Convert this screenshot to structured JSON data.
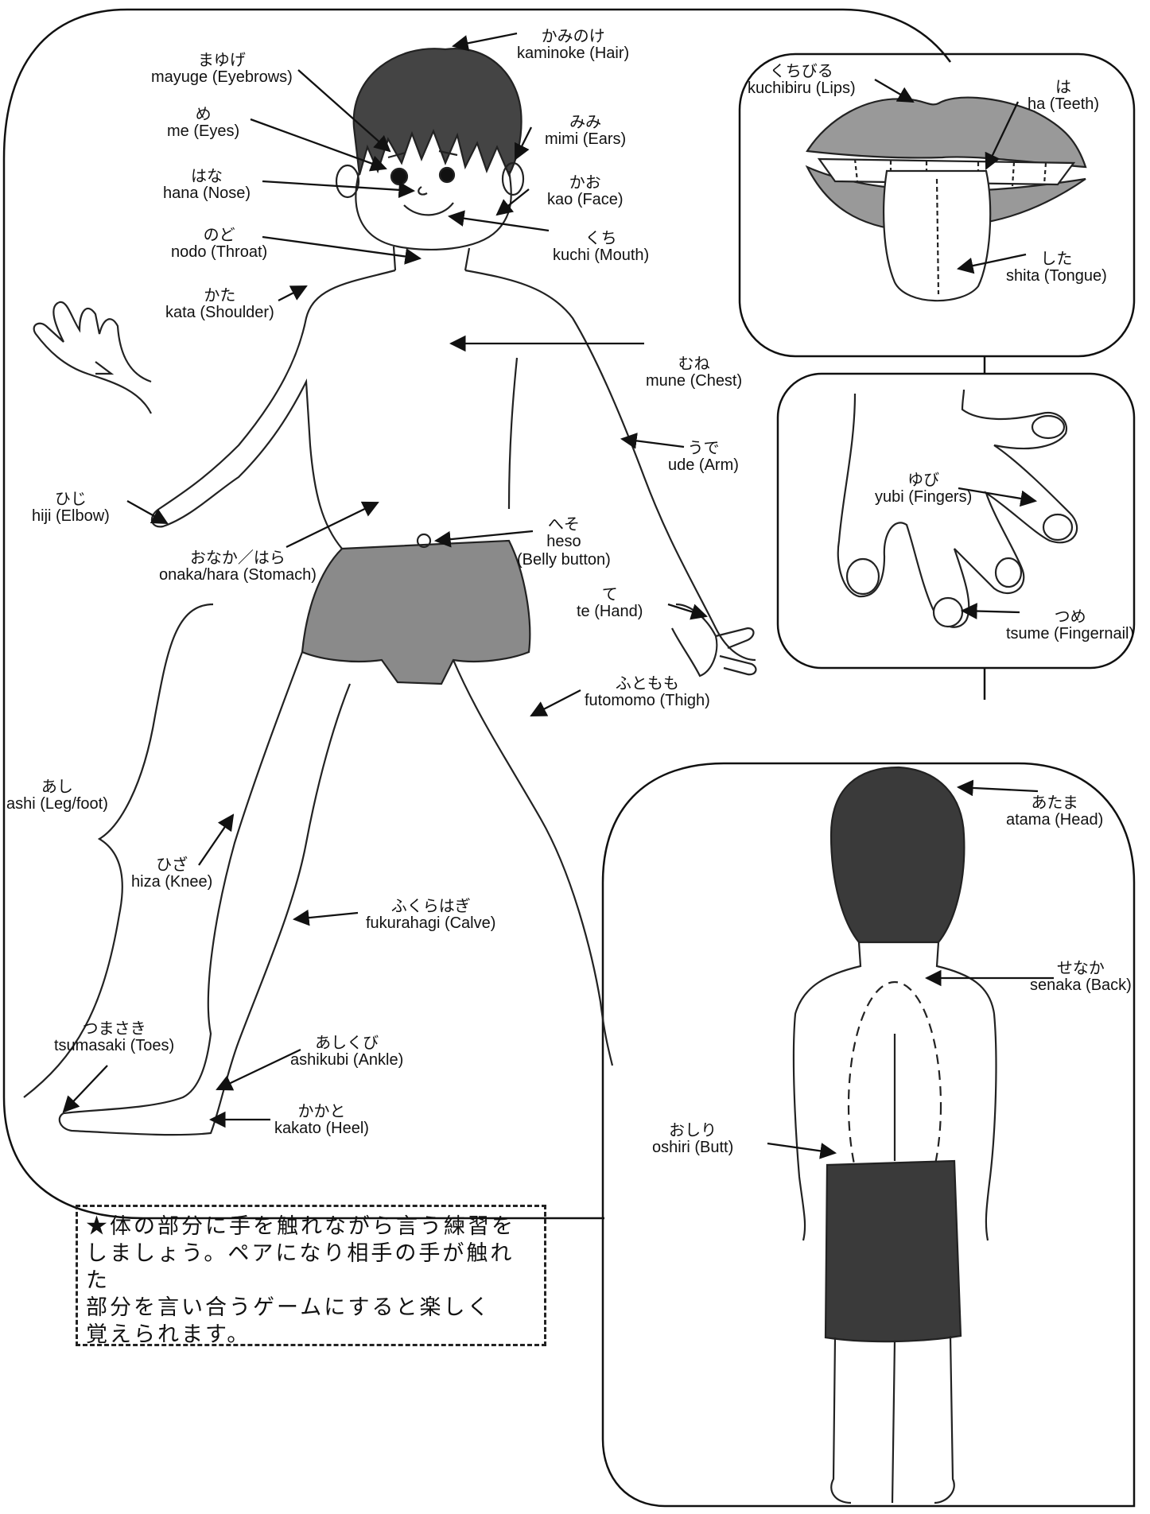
{
  "labels": {
    "hair": {
      "ja": "かみのけ",
      "ro": "kaminoke (Hair)"
    },
    "eyebrows": {
      "ja": "まゆげ",
      "ro": "mayuge (Eyebrows)"
    },
    "eyes": {
      "ja": "め",
      "ro": "me (Eyes)"
    },
    "ears": {
      "ja": "みみ",
      "ro": "mimi (Ears)"
    },
    "nose": {
      "ja": "はな",
      "ro": "hana (Nose)"
    },
    "face": {
      "ja": "かお",
      "ro": "kao (Face)"
    },
    "mouth": {
      "ja": "くち",
      "ro": "kuchi (Mouth)"
    },
    "throat": {
      "ja": "のど",
      "ro": "nodo (Throat)"
    },
    "shoulder": {
      "ja": "かた",
      "ro": "kata (Shoulder)"
    },
    "chest": {
      "ja": "むね",
      "ro": "mune (Chest)"
    },
    "arm": {
      "ja": "うで",
      "ro": "ude (Arm)"
    },
    "elbow": {
      "ja": "ひじ",
      "ro": "hiji (Elbow)"
    },
    "stomach": {
      "ja": "おなか／はら",
      "ro": "onaka/hara (Stomach)"
    },
    "belly": {
      "ja": "へそ",
      "ro": "heso",
      "ro2": "(Belly button)"
    },
    "hand": {
      "ja": "て",
      "ro": "te (Hand)"
    },
    "thigh": {
      "ja": "ふともも",
      "ro": "futomomo (Thigh)"
    },
    "leg": {
      "ja": "あし",
      "ro": "ashi (Leg/foot)"
    },
    "knee": {
      "ja": "ひざ",
      "ro": "hiza (Knee)"
    },
    "calve": {
      "ja": "ふくらはぎ",
      "ro": "fukurahagi (Calve)"
    },
    "toes": {
      "ja": "つまさき",
      "ro": "tsumasaki (Toes)"
    },
    "ankle": {
      "ja": "あしくび",
      "ro": "ashikubi (Ankle)"
    },
    "heel": {
      "ja": "かかと",
      "ro": "kakato (Heel)"
    },
    "lips": {
      "ja": "くちびる",
      "ro": "kuchibiru (Lips)"
    },
    "teeth": {
      "ja": "は",
      "ro": "ha (Teeth)"
    },
    "tongue": {
      "ja": "した",
      "ro": "shita (Tongue)"
    },
    "fingers": {
      "ja": "ゆび",
      "ro": "yubi (Fingers)"
    },
    "nail": {
      "ja": "つめ",
      "ro": "tsume (Fingernail)"
    },
    "head": {
      "ja": "あたま",
      "ro": "atama (Head)"
    },
    "back": {
      "ja": "せなか",
      "ro": "senaka (Back)"
    },
    "butt": {
      "ja": "おしり",
      "ro": "oshiri (Butt)"
    }
  },
  "note": {
    "line1": "★体の部分に手を触れながら言う練習を",
    "line2": "しましょう。ペアになり相手の手が触れた",
    "line3": "部分を言い合うゲームにすると楽しく",
    "line4": "覚えられます。"
  }
}
